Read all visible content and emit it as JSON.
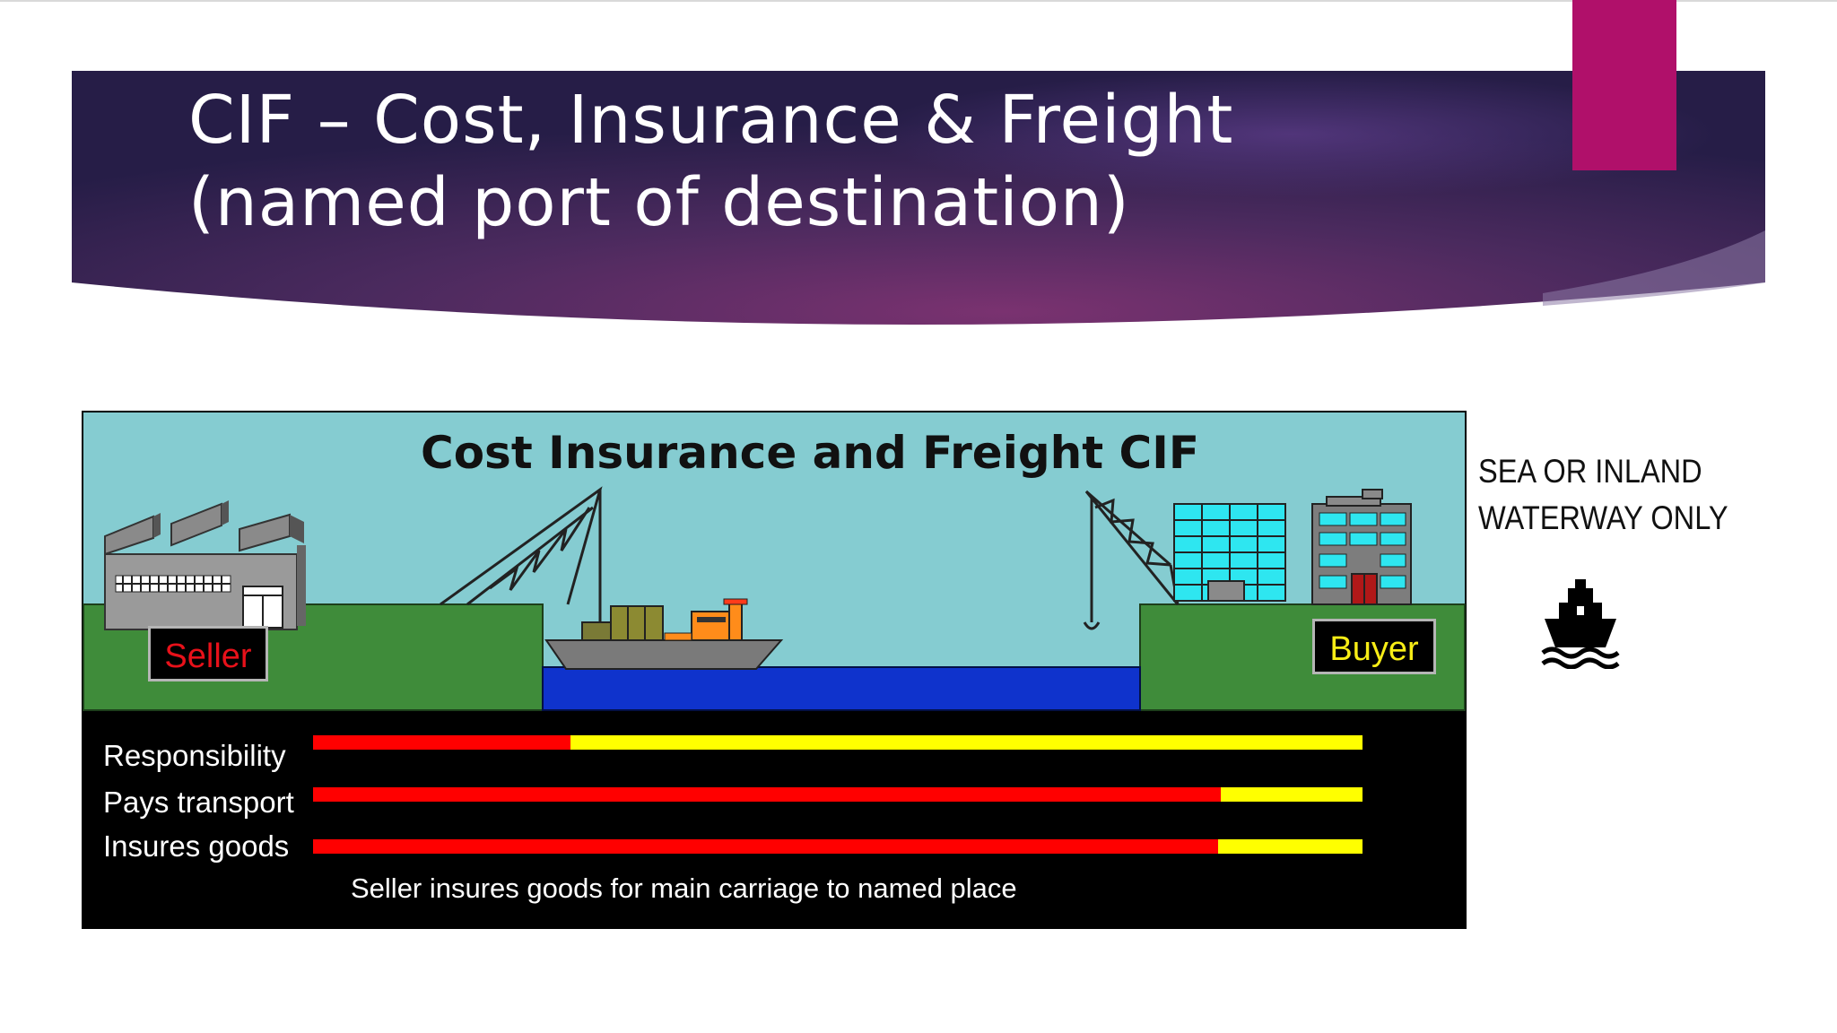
{
  "slide": {
    "title_line1": "CIF – Cost, Insurance & Freight",
    "title_line2": "(named port of destination)",
    "colors": {
      "banner_dark": "#2a1f4c",
      "banner_mid": "#6a2f6a",
      "accent_tab": "#b0106a"
    }
  },
  "diagram": {
    "title": "Cost Insurance and Freight CIF",
    "seller_label": "Seller",
    "buyer_label": "Buyer",
    "rows": [
      {
        "label": "Responsibility",
        "seller_fraction": 0.245
      },
      {
        "label": "Pays transport",
        "seller_fraction": 0.865
      },
      {
        "label": "Insures goods",
        "seller_fraction": 0.862
      }
    ],
    "caption": "Seller insures goods for main carriage to named place",
    "colors": {
      "sky": "#85ccd1",
      "land": "#3f8c3a",
      "water": "#0f33cc",
      "seller_bar": "#ff0000",
      "buyer_bar": "#ffff00"
    }
  },
  "note": {
    "line1": "SEA OR INLAND",
    "line2": "WATERWAY ONLY",
    "icon": "ship-icon"
  }
}
